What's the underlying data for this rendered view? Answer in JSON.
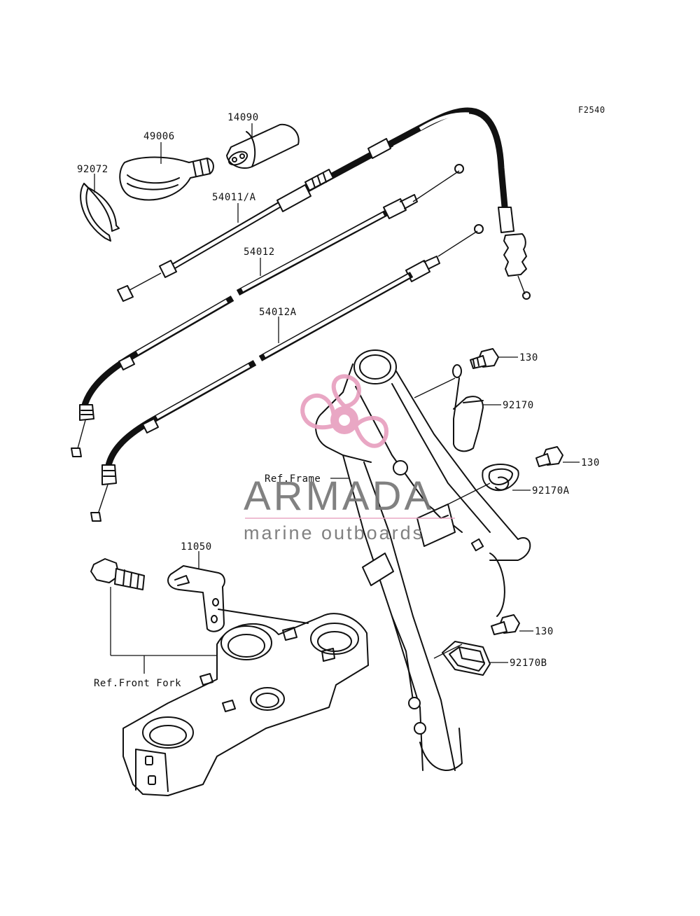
{
  "diagram": {
    "figure_code": "F2540",
    "callouts": [
      {
        "id": "c-92072",
        "text": "92072"
      },
      {
        "id": "c-49006",
        "text": "49006"
      },
      {
        "id": "c-14090",
        "text": "14090"
      },
      {
        "id": "c-54011A",
        "text": "54011/A"
      },
      {
        "id": "c-54012",
        "text": "54012"
      },
      {
        "id": "c-54012A",
        "text": "54012A"
      },
      {
        "id": "c-130a",
        "text": "130"
      },
      {
        "id": "c-92170",
        "text": "92170"
      },
      {
        "id": "c-130b",
        "text": "130"
      },
      {
        "id": "c-92170A",
        "text": "92170A"
      },
      {
        "id": "c-refframe",
        "text": "Ref.Frame"
      },
      {
        "id": "c-11050",
        "text": "11050"
      },
      {
        "id": "c-130c",
        "text": "130"
      },
      {
        "id": "c-92170B",
        "text": "92170B"
      },
      {
        "id": "c-reffork",
        "text": "Ref.Front Fork"
      }
    ]
  },
  "watermark": {
    "brand": "ARMADA",
    "tagline": "marine outboards",
    "logo_color": "#e8a0bf",
    "text_color": "#7a7a7a"
  }
}
